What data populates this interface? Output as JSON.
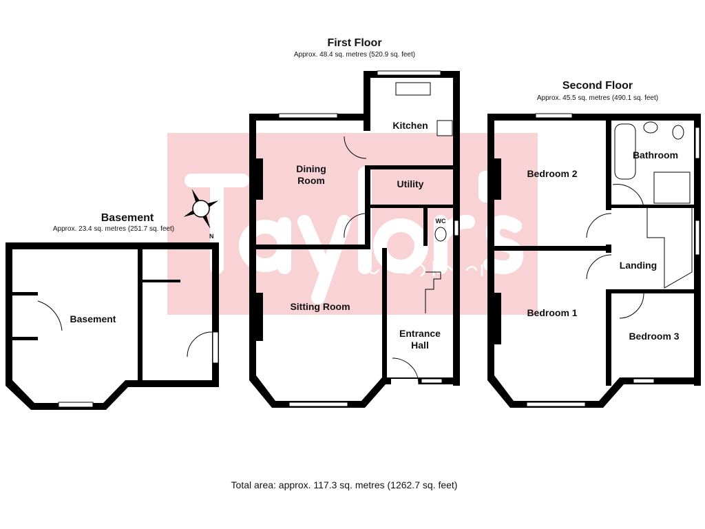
{
  "watermark": {
    "brand": "Taylor's",
    "tagline": "sales & lettings",
    "color": "#f9d2d5"
  },
  "floors": {
    "basement": {
      "title": "Basement",
      "area": "Approx. 23.4 sq. metres (251.7 sq. feet)",
      "rooms": [
        "Basement"
      ]
    },
    "first": {
      "title": "First Floor",
      "area": "Approx. 48.4 sq. metres (520.9 sq. feet)",
      "rooms": [
        "Kitchen",
        "Dining Room",
        "Utility",
        "WC",
        "Sitting Room",
        "Entrance Hall"
      ]
    },
    "second": {
      "title": "Second Floor",
      "area": "Approx. 45.5 sq. metres (490.1 sq. feet)",
      "rooms": [
        "Bathroom",
        "Bedroom 2",
        "Landing",
        "Bedroom 1",
        "Bedroom 3"
      ]
    }
  },
  "compass": {
    "icon": "compass-icon",
    "label": "N"
  },
  "total": "Total area: approx. 117.3 sq. metres (1262.7 sq. feet)",
  "wall_color": "#000000"
}
